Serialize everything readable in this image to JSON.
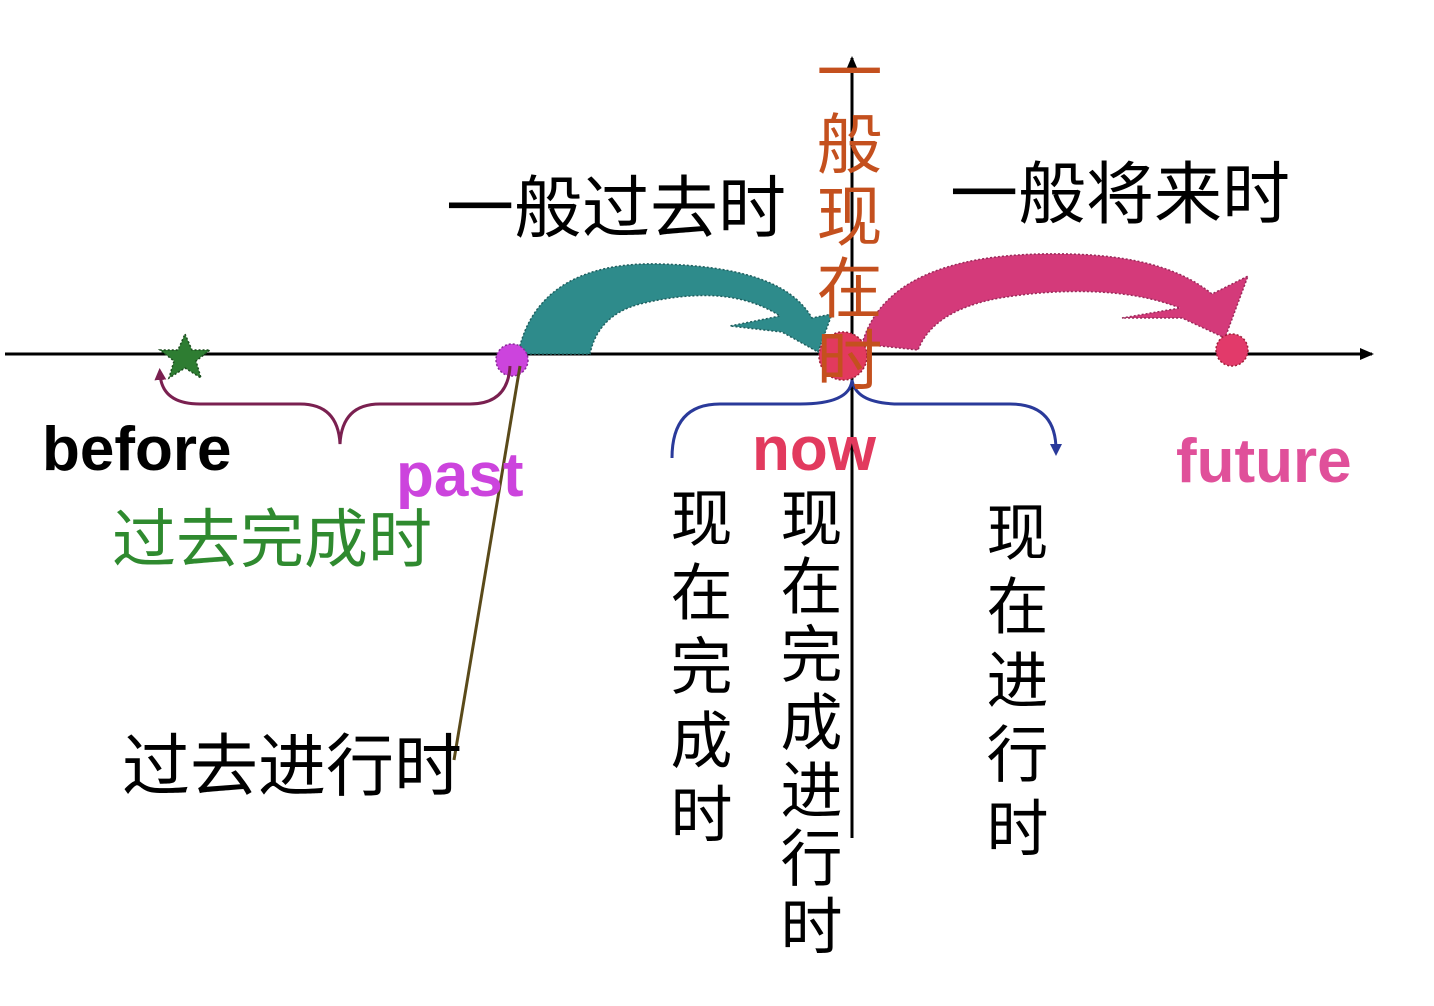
{
  "colors": {
    "axis": "#000000",
    "past_arrow": "#2e8b8b",
    "future_arrow": "#d43a7a",
    "simple_present": "#c4501e",
    "past_perfect": "#2f8a2f",
    "past_dot": "#cc44dd",
    "now_dot": "#e23a5e",
    "before_brace": "#7a2050",
    "now_brace": "#2a3a9a",
    "star": "#2e7d32",
    "future_label": "#e0509a",
    "now_label": "#e23a5e",
    "past_label": "#cc44dd"
  },
  "labels": {
    "simple_past": "一般过去时",
    "simple_future": "一般将来时",
    "simple_present": "一般现在时",
    "before": "before",
    "past": "past",
    "now": "now",
    "future": "future",
    "past_perfect": "过去完成时",
    "past_progressive": "过去进行时",
    "present_perfect": "现在完成时",
    "present_perfect_progressive": "现在完成进行时",
    "present_progressive": "现在进行时"
  },
  "icons": {
    "star": "star-icon"
  }
}
